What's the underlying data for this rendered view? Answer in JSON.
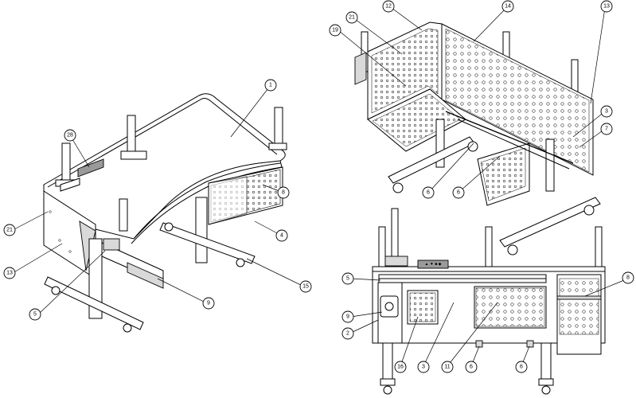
{
  "callouts": [
    {
      "id": "c1",
      "label": "1"
    },
    {
      "id": "c28",
      "label": "28"
    },
    {
      "id": "c8a",
      "label": "8"
    },
    {
      "id": "c4",
      "label": "4"
    },
    {
      "id": "c21a",
      "label": "21"
    },
    {
      "id": "c13a",
      "label": "13"
    },
    {
      "id": "c5a",
      "label": "5"
    },
    {
      "id": "c9a",
      "label": "9"
    },
    {
      "id": "c15",
      "label": "15"
    },
    {
      "id": "c12",
      "label": "12"
    },
    {
      "id": "c14",
      "label": "14"
    },
    {
      "id": "c13b",
      "label": "13"
    },
    {
      "id": "c21b",
      "label": "21"
    },
    {
      "id": "c19",
      "label": "19"
    },
    {
      "id": "c3a",
      "label": "3"
    },
    {
      "id": "c7",
      "label": "7"
    },
    {
      "id": "c6a",
      "label": "6"
    },
    {
      "id": "c6b",
      "label": "6"
    },
    {
      "id": "c5b",
      "label": "5"
    },
    {
      "id": "c9b",
      "label": "9"
    },
    {
      "id": "c2",
      "label": "2"
    },
    {
      "id": "c8b",
      "label": "8"
    },
    {
      "id": "c16",
      "label": "16"
    },
    {
      "id": "c3b",
      "label": "3"
    },
    {
      "id": "c11",
      "label": "11"
    },
    {
      "id": "c6c",
      "label": "6"
    },
    {
      "id": "c6d",
      "label": "6"
    }
  ],
  "control_panel_label": "▲ ▼ ■ ◆"
}
